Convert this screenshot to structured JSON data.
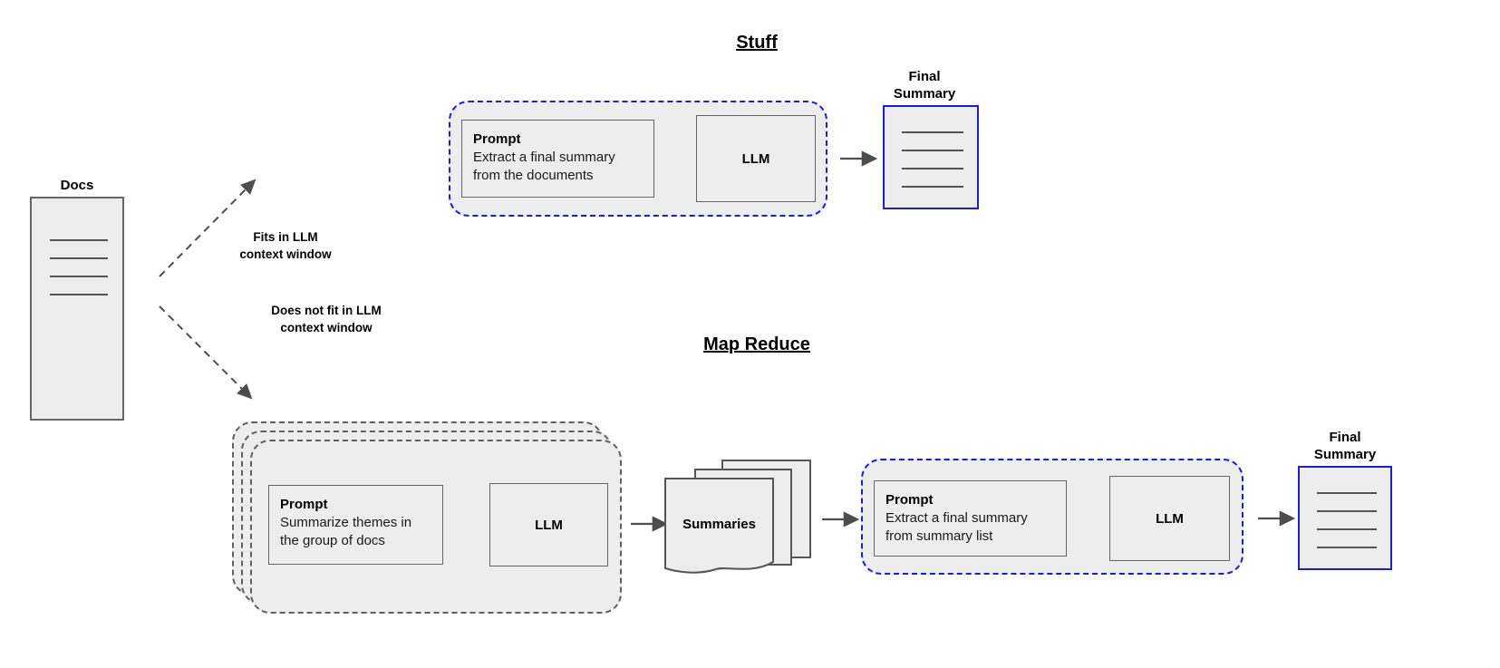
{
  "diagram": {
    "title_stuff": "Stuff",
    "title_map_reduce": "Map Reduce"
  },
  "docs": {
    "label": "Docs",
    "line_count": 4
  },
  "edges": {
    "fits": "Fits in LLM\ncontext window",
    "fits_line1": "Fits in LLM",
    "fits_line2": "context window",
    "not_fits_line1": "Does not fit in LLM",
    "not_fits_line2": "context window"
  },
  "stuff": {
    "prompt_title": "Prompt",
    "prompt_line1": "Extract a final summary",
    "prompt_line2": "from the documents",
    "llm_label": "LLM",
    "final_summary_line1": "Final",
    "final_summary_line2": "Summary",
    "final_summary_lines": 4
  },
  "map": {
    "prompt_title": "Prompt",
    "prompt_line1": "Summarize themes in",
    "prompt_line2": "the group of docs",
    "llm_label": "LLM",
    "stack_count": 3
  },
  "summaries": {
    "label": "Summaries",
    "stack_count": 3
  },
  "reduce": {
    "prompt_title": "Prompt",
    "prompt_line1": "Extract a final summary",
    "prompt_line2": "from summary list",
    "llm_label": "LLM",
    "final_summary_line1": "Final",
    "final_summary_line2": "Summary",
    "final_summary_lines": 4
  },
  "colors": {
    "accent_blue": "#1a1aee",
    "node_fill": "#ededed",
    "node_stroke": "#666666",
    "dashed_gray": "#606060",
    "arrow": "#4d4d4d",
    "text": "#000000"
  }
}
